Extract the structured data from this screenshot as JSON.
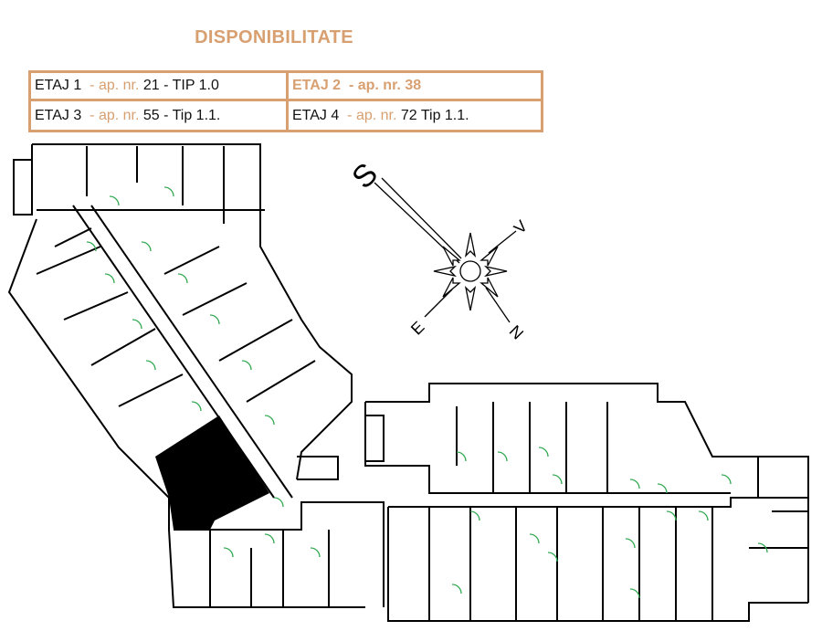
{
  "title": "DISPONIBILITATE",
  "availability": [
    {
      "floor": "ETAJ  1",
      "apt_label": "  - ap. nr.",
      "apt_number": "21 - TIP 1.0",
      "highlighted": false
    },
    {
      "floor": "ETAJ  2",
      "apt_label": "  - ap. nr.",
      "apt_number": "38",
      "highlighted": true
    },
    {
      "floor": "ETAJ  3",
      "apt_label": "  - ap. nr.",
      "apt_number": "55 - Tip 1.1.",
      "highlighted": false
    },
    {
      "floor": "ETAJ 4",
      "apt_label": "  - ap. nr.",
      "apt_number": "72 Tip 1.1.",
      "highlighted": false
    }
  ],
  "compass": {
    "south": "S",
    "west": "V",
    "east": "E",
    "north": "N"
  },
  "colors": {
    "accent": "#d8a071",
    "door_arc": "#2fa84f",
    "wall": "#000000"
  }
}
